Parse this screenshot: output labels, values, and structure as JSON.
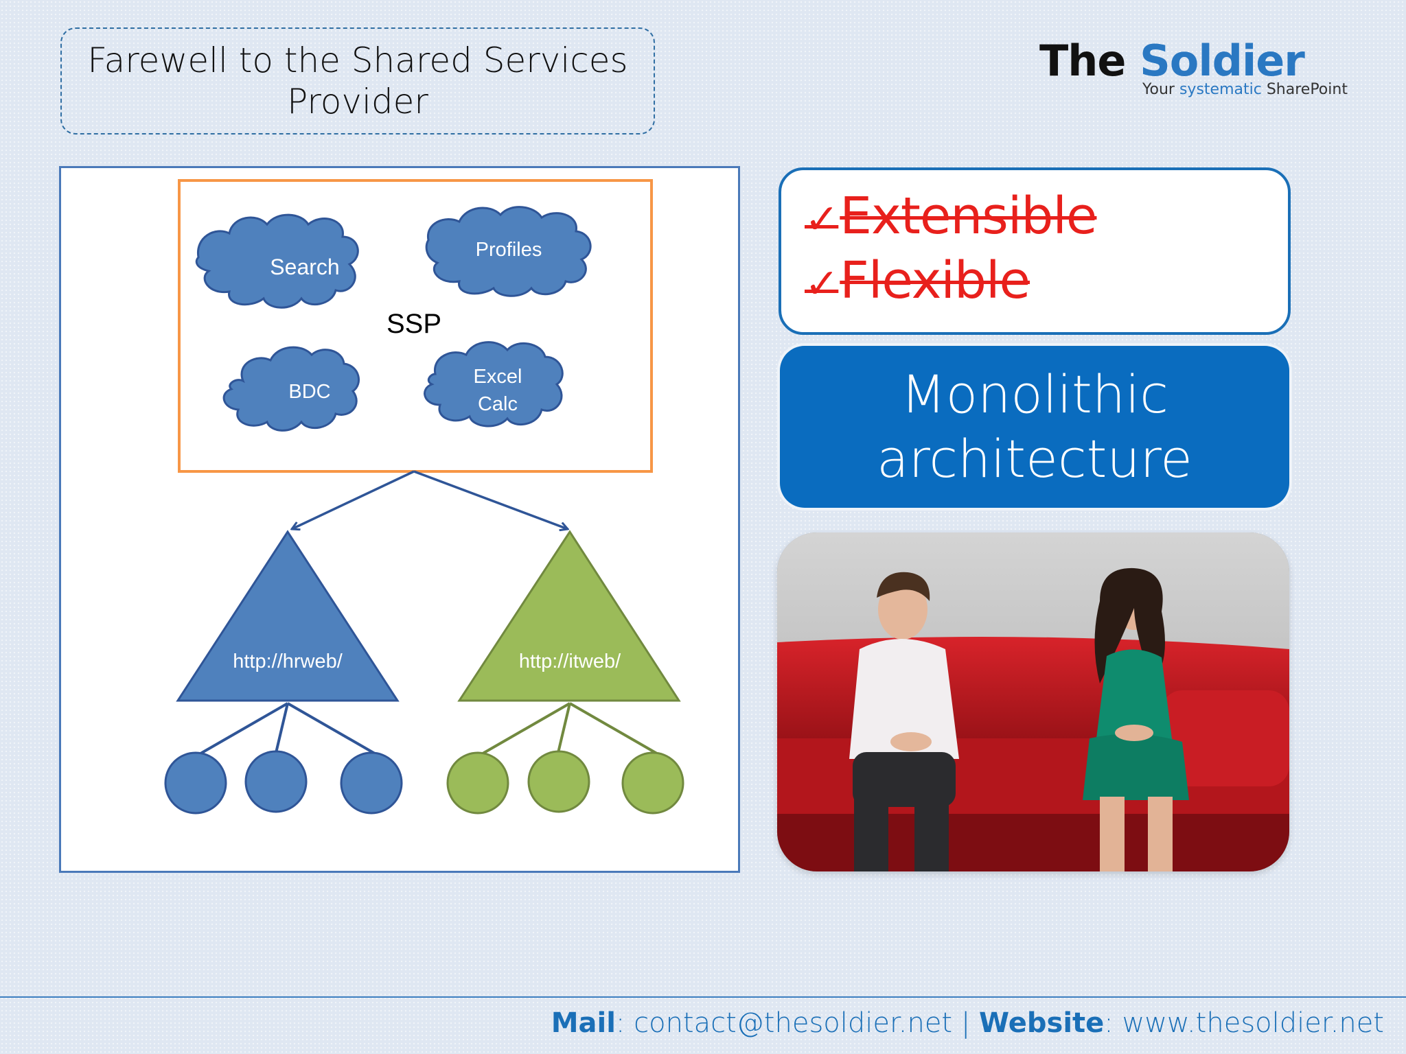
{
  "slide": {
    "title": "Farewell to the Shared Services Provider"
  },
  "logo": {
    "word1": "The",
    "word2": "Soldier",
    "tag_prefix": "Your",
    "tag_highlight": "systematic",
    "tag_suffix": "SharePoint"
  },
  "diagram": {
    "ssp_label": "SSP",
    "services": [
      {
        "label": "Search"
      },
      {
        "label": "Profiles"
      },
      {
        "label": "BDC"
      },
      {
        "label": "Excel",
        "label2": "Calc"
      }
    ],
    "web_apps": [
      {
        "label": "http://hrweb/",
        "color": "#4f81bd"
      },
      {
        "label": "http://itweb/",
        "color": "#9bbb59"
      }
    ]
  },
  "features": {
    "items": [
      {
        "check": "✓",
        "label": "Extensible"
      },
      {
        "check": "✓",
        "label": "Flexible"
      }
    ]
  },
  "callout": {
    "line1": "Monolithic",
    "line2": "architecture"
  },
  "footer": {
    "mail_label": "Mail",
    "mail_value": "contact@thesoldier.net",
    "separator": "|",
    "website_label": "Website",
    "website_value": "www.thesoldier.net"
  },
  "colors": {
    "accent": "#1a6fb7",
    "strike_red": "#e8201c",
    "blue_shape": "#4f81bd",
    "green_shape": "#9bbb59",
    "ssp_border": "#f79646"
  }
}
